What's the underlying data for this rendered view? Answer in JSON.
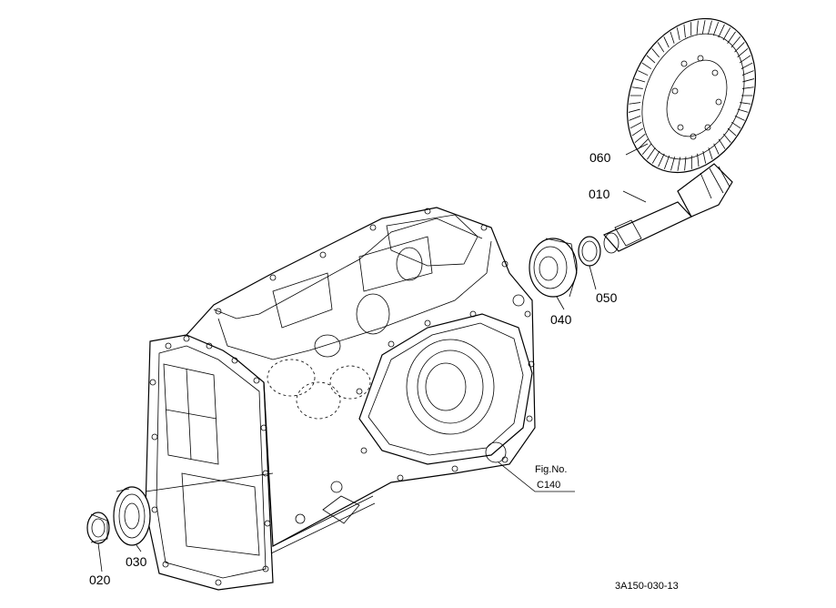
{
  "parts": {
    "p010": "010",
    "p020": "020",
    "p030": "030",
    "p040": "040",
    "p050": "050",
    "p060": "060"
  },
  "figure_ref": {
    "line1": "Fig.No.",
    "line2": "C140"
  },
  "drawing_code": "3A150-030-13"
}
